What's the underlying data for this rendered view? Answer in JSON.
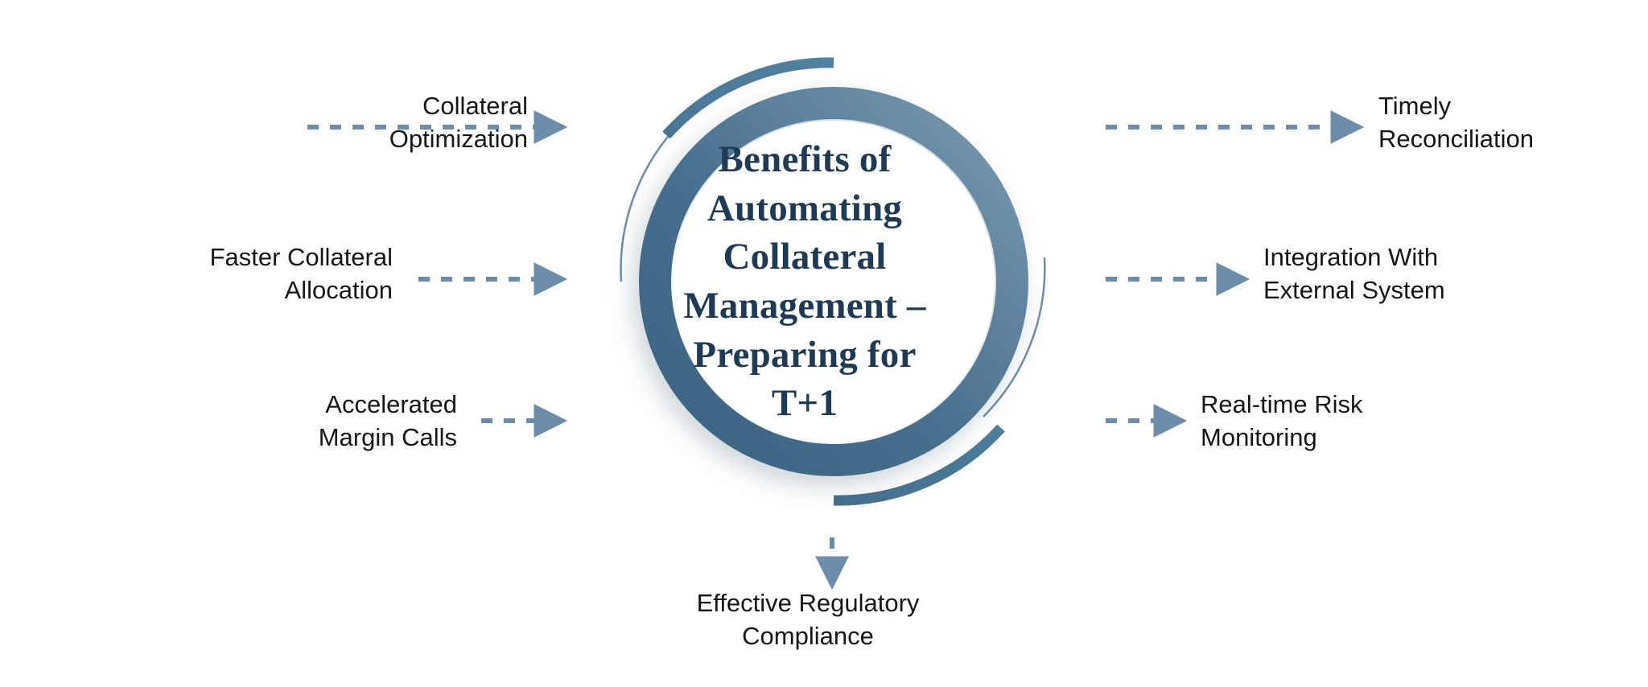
{
  "diagram": {
    "type": "hub-and-spoke",
    "hub": {
      "title": "Benefits of Automating Collateral Management – Preparing for T+1",
      "title_lines": [
        "Benefits of",
        "Automating",
        "Collateral",
        "Management –",
        "Preparing for",
        "T+1"
      ],
      "text_color": "#1f3a54",
      "ring_color_dark": "#3e6885",
      "ring_color_light": "#7294ad",
      "ring_accent_color": "#48779a",
      "hairline_color": "#6c8caa"
    },
    "connector": {
      "color": "#6c8caa",
      "style": "dashed",
      "arrowhead": "solid-triangle"
    },
    "nodes": [
      {
        "id": "collateral-optimization",
        "label": "Collateral\nOptimization",
        "side": "left",
        "direction": "outward",
        "arrow": "left-arrow-icon"
      },
      {
        "id": "faster-collateral-allocation",
        "label": "Faster Collateral\nAllocation",
        "side": "left",
        "direction": "outward",
        "arrow": "left-arrow-icon"
      },
      {
        "id": "accelerated-margin-calls",
        "label": "Accelerated\nMargin Calls",
        "side": "left",
        "direction": "outward",
        "arrow": "left-arrow-icon"
      },
      {
        "id": "timely-reconciliation",
        "label": "Timely\nReconciliation",
        "side": "right",
        "direction": "outward",
        "arrow": "right-arrow-icon"
      },
      {
        "id": "integration-external-system",
        "label": "Integration With\nExternal System",
        "side": "right",
        "direction": "outward",
        "arrow": "right-arrow-icon"
      },
      {
        "id": "realtime-risk-monitoring",
        "label": "Real-time Risk\nMonitoring",
        "side": "right",
        "direction": "outward",
        "arrow": "right-arrow-icon"
      },
      {
        "id": "effective-regulatory-compliance",
        "label": "Effective Regulatory\nCompliance",
        "side": "bottom",
        "direction": "outward",
        "arrow": "down-arrow-icon"
      }
    ]
  }
}
